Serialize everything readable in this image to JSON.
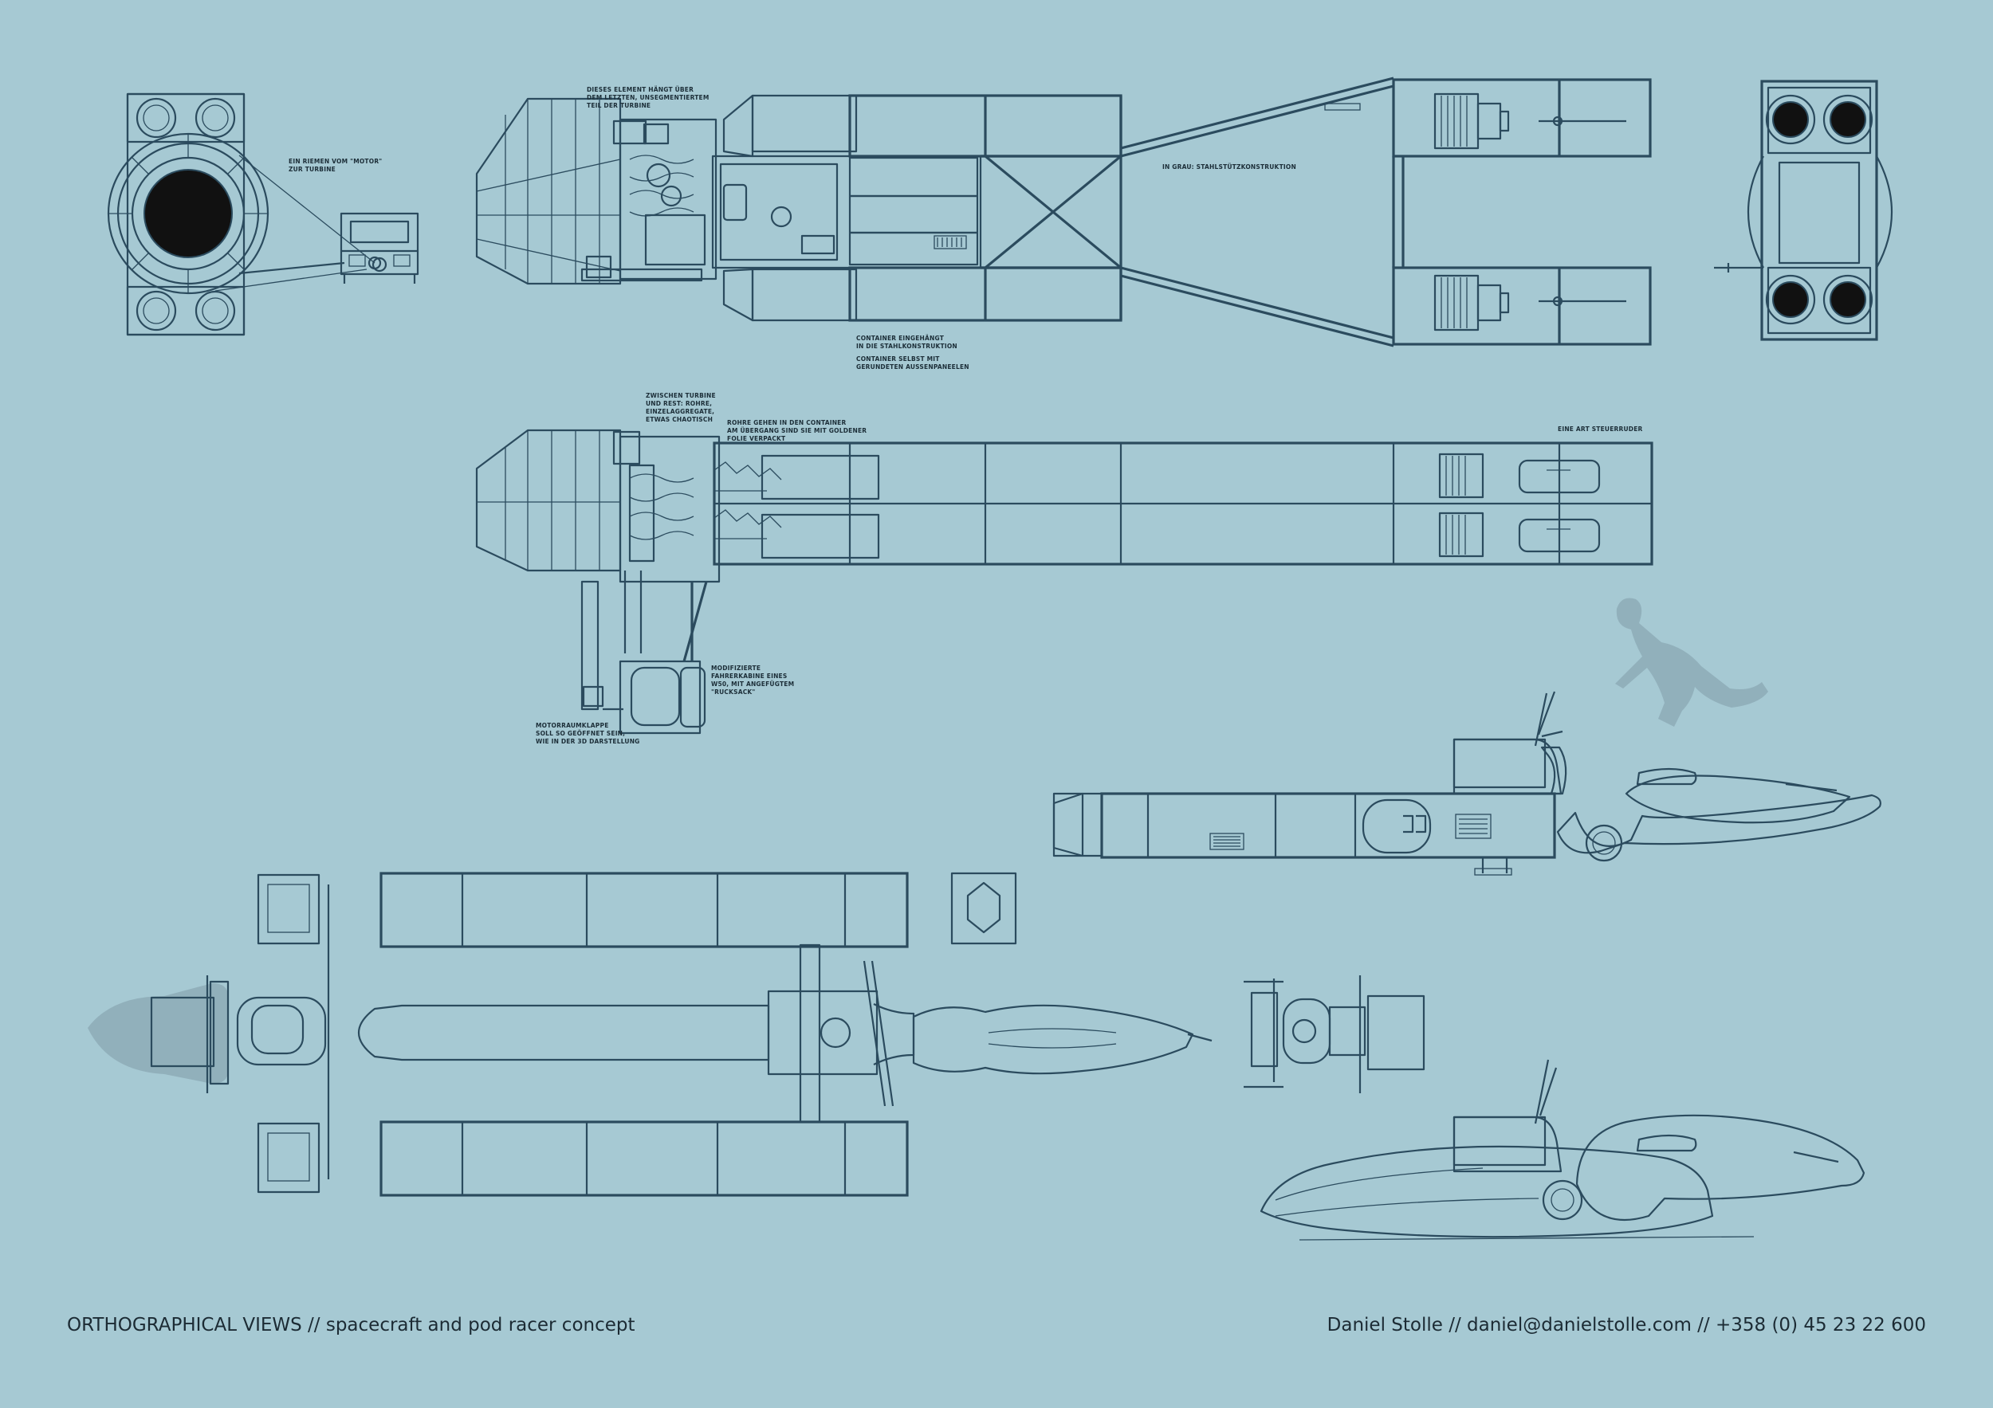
{
  "footer": {
    "left": "ORTHOGRAPHICAL VIEWS // spacecraft and pod racer concept",
    "right": "Daniel Stolle // daniel@danielstolle.com // +358 (0) 45 23 22 600"
  },
  "annotations": {
    "belt": "EIN RIEMEN VOM \"MOTOR\"\nZUR TURBINE",
    "hanging_element": "DIESES ELEMENT HÄNGT ÜBER\nDEM LETZTEN, UNSEGMENTIERTEM\nTEIL DER TURBINE",
    "grey_structure": "IN GRAU: STAHLSTÜTZKONSTRUKTION",
    "container_hung": "CONTAINER EINGEHÄNGT\nIN DIE STAHLKONSTRUKTION",
    "container_panels": "CONTAINER SELBST MIT\nGERUNDETEN AUSSENPANEELEN",
    "between_turbine": "ZWISCHEN TURBINE\nUND REST: ROHRE,\nEINZELAGGREGATE,\nETWAS CHAOTISCH",
    "pipes_container": "ROHRE GEHEN IN DEN CONTAINER\nAM ÜBERGANG SIND SIE MIT GOLDENER\nFOLIE VERPACKT",
    "rudder": "EINE ART STEUERRUDER",
    "cabin": "MODIFIZIERTE\nFAHRERKABINE EINES\nW50, MIT ANGEFÜGTEM\n\"RUCKSACK\"",
    "engine_flap": "MOTORRAUMKLAPPE\nSOLL SO GEÖFFNET SEIN,\nWIE IN DER 3D DARSTELLUNG"
  },
  "colors": {
    "background": "#a6c9d3",
    "line": "#2b4b5e",
    "ghost": "#7f9aa8"
  }
}
